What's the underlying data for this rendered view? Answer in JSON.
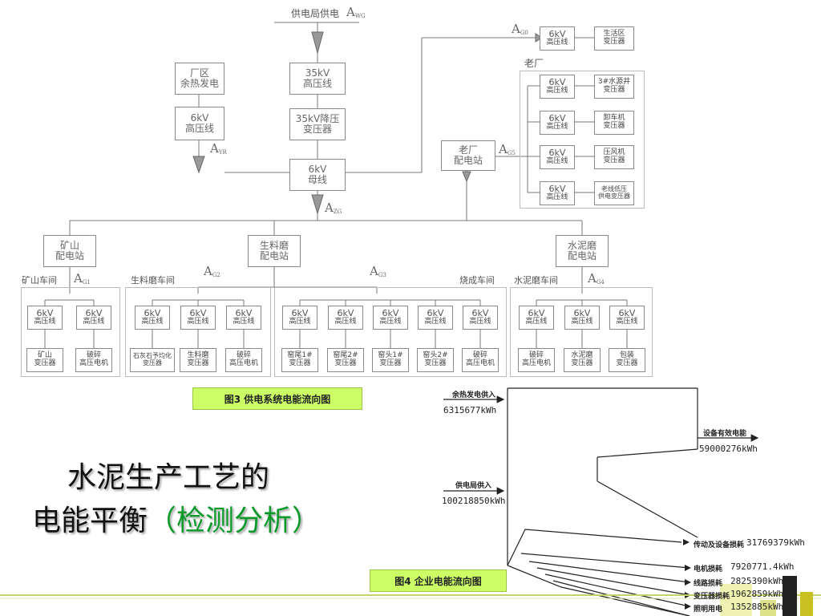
{
  "fig3": {
    "source_label": "供电局供电",
    "a_wg": "A",
    "a_wg_sub": "WG",
    "a_g0": "A",
    "a_g0_sub": "G0",
    "a_yr": "A",
    "a_yr_sub": "YR",
    "a_zg": "A",
    "a_zg_sub": "ZG",
    "a_g5": "A",
    "a_g5_sub": "G5",
    "a_g1": "A",
    "a_g1_sub": "G1",
    "a_g2": "A",
    "a_g2_sub": "G2",
    "a_g3": "A",
    "a_g3_sub": "G3",
    "a_g4": "A",
    "a_g4_sub": "G4",
    "kv35_line": [
      "35kV",
      "高压线"
    ],
    "kv35_transformer": [
      "35kV降压",
      "变压器"
    ],
    "kv6_bus": [
      "6kV",
      "母线"
    ],
    "waste_heat": [
      "厂区",
      "余热发电"
    ],
    "waste_heat_line": [
      "6kV",
      "高压线"
    ],
    "living_line": [
      "6kV",
      "高压线"
    ],
    "living_transformer": [
      "生活区",
      "变压器"
    ],
    "old_plant_label": "老厂",
    "old_station": [
      "老厂",
      "配电站"
    ],
    "old_lines": [
      {
        "line": [
          "6kV",
          "高压线"
        ],
        "load": [
          "3#水源井",
          "变压器"
        ]
      },
      {
        "line": [
          "6kV",
          "高压线"
        ],
        "load": [
          "卸车机",
          "变压器"
        ]
      },
      {
        "line": [
          "6kV",
          "高压线"
        ],
        "load": [
          "压风机",
          "变压器"
        ]
      },
      {
        "line": [
          "6kV",
          "高压线"
        ],
        "load": [
          "老线低压",
          "供电变压器"
        ]
      }
    ],
    "stations": {
      "mine": [
        "矿山",
        "配电站"
      ],
      "raw_mill": [
        "生料磨",
        "配电站"
      ],
      "cement_mill": [
        "水泥磨",
        "配电站"
      ]
    },
    "workshops": {
      "mine": "矿山车间",
      "raw_mill": "生料磨车间",
      "kiln": "烧成车间",
      "cement_mill": "水泥磨车间"
    },
    "line_label": [
      "6kV",
      "高压线"
    ],
    "loads": {
      "mine": [
        [
          "矿山",
          "变压器"
        ],
        [
          "破碎",
          "高压电机"
        ]
      ],
      "raw_mill": [
        [
          "石灰石予均化",
          "变压器"
        ],
        [
          "生料磨",
          "变压器"
        ],
        [
          "破碎",
          "高压电机"
        ]
      ],
      "kiln": [
        [
          "窑尾1#",
          "变压器"
        ],
        [
          "窑尾2#",
          "变压器"
        ],
        [
          "窑头1#",
          "变压器"
        ],
        [
          "窑头2#",
          "变压器"
        ],
        [
          "破碎",
          "高压电机"
        ]
      ],
      "cement_mill": [
        [
          "破碎",
          "高压电机"
        ],
        [
          "水泥磨",
          "变压器"
        ],
        [
          "包装",
          "变压器"
        ]
      ]
    },
    "caption": "图3 供电系统电能流向图"
  },
  "title": {
    "line1": "水泥生产工艺的",
    "line2_black": "电能平衡",
    "line2_green": "（检测分析）"
  },
  "fig4": {
    "in1_label": "余热发电供入",
    "in1_value": "6315677kWh",
    "in2_label": "供电局供入",
    "in2_value": "100218850kWh",
    "out_main_label": "设备有效电能",
    "out_main_value": "59000276kWh",
    "losses": [
      {
        "label": "传动及设备损耗",
        "value": "31769379kWh"
      },
      {
        "label": "电机损耗",
        "value": "7920771.4kWh"
      },
      {
        "label": "线路损耗",
        "value": "2825390kWh"
      },
      {
        "label": "变压器损耗",
        "value": "1962859kWh"
      },
      {
        "label": "照明用电",
        "value": "1352885kWh"
      }
    ],
    "caption": "图4 企业电能流向图"
  },
  "colors": {
    "caption_bg": "#ccff66",
    "title_green": "#0a9a2a",
    "accent_line": "#c8d26a"
  }
}
